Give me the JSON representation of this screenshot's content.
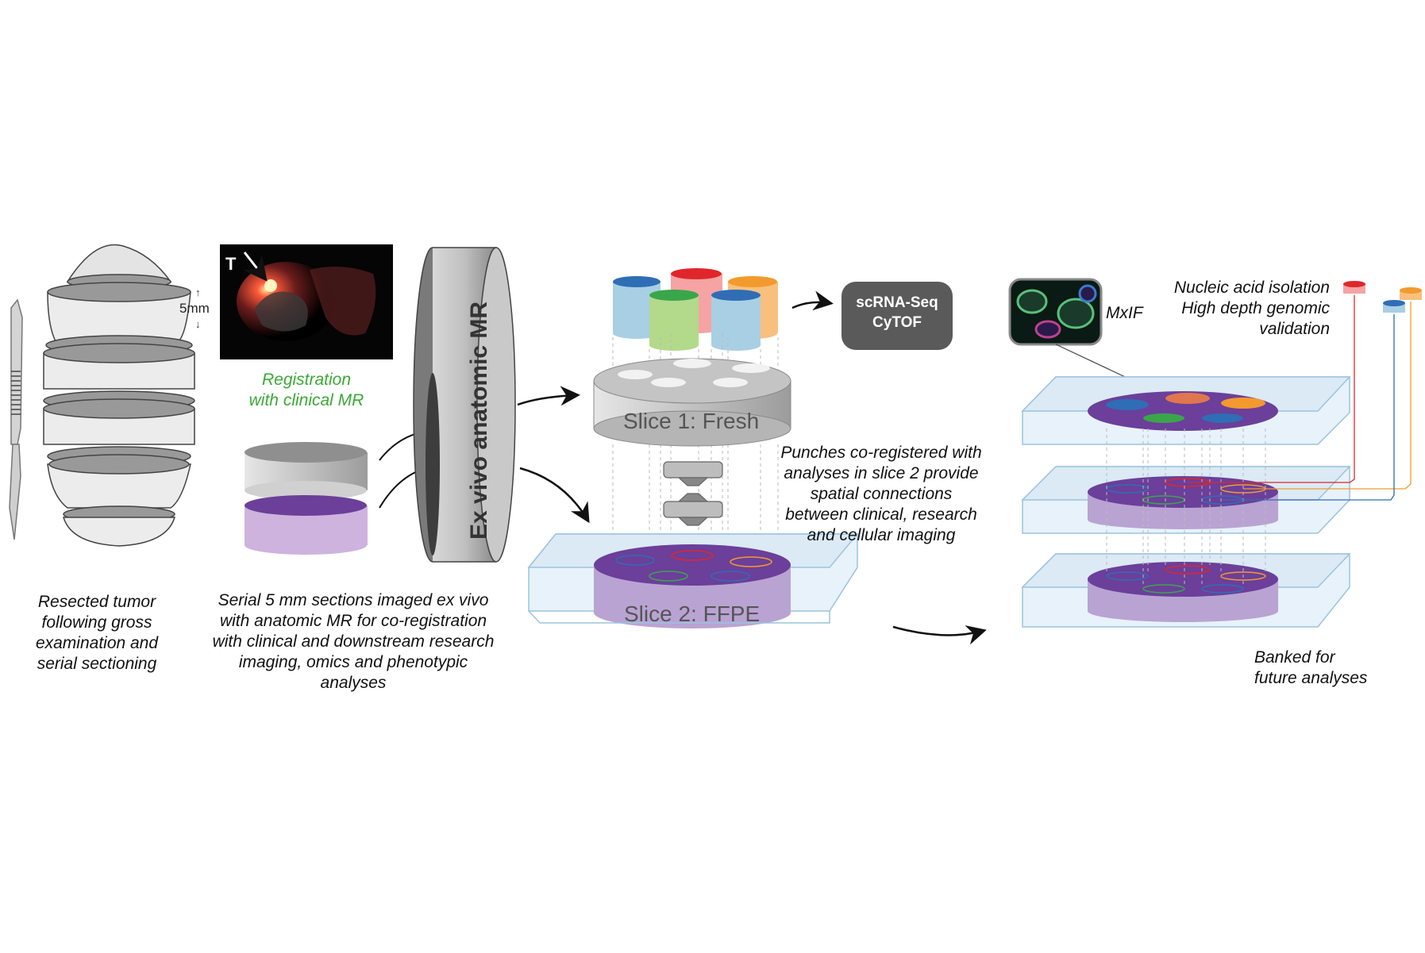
{
  "captions": {
    "resected": [
      "Resected tumor",
      "following gross",
      "examination and",
      "serial sectioning"
    ],
    "serial": [
      "Serial 5 mm sections imaged ex vivo",
      "with anatomic MR for co-registration",
      "with clinical and downstream research",
      "imaging, omics and phenotypic",
      "analyses"
    ],
    "registration": [
      "Registration",
      "with clinical MR"
    ],
    "punches": [
      "Punches co-registered with",
      "analyses in slice 2 provide",
      "spatial connections",
      "between clinical, research",
      "and cellular imaging"
    ],
    "nucleic": [
      "Nucleic acid isolation",
      "High depth genomic",
      "validation"
    ],
    "banked": [
      "Banked for",
      "future analyses"
    ]
  },
  "labels": {
    "scale": "5mm",
    "mr_marker": "T",
    "exvivo": "Ex vivo anatomic MR",
    "slice1": "Slice 1: Fresh",
    "slice2": "Slice 2: FFPE",
    "scrna": "scRNA-Seq",
    "cytof": "CyTOF",
    "mxif": "MxIF"
  },
  "colors": {
    "blue": "#2f6db5",
    "red": "#e0262b",
    "orange": "#f39a2e",
    "green": "#3aa64a",
    "purple_dark": "#6b3f9a",
    "purple_light": "#c9b3dc",
    "glass": "#d9ebf6",
    "grey": "#9a9a9a"
  }
}
